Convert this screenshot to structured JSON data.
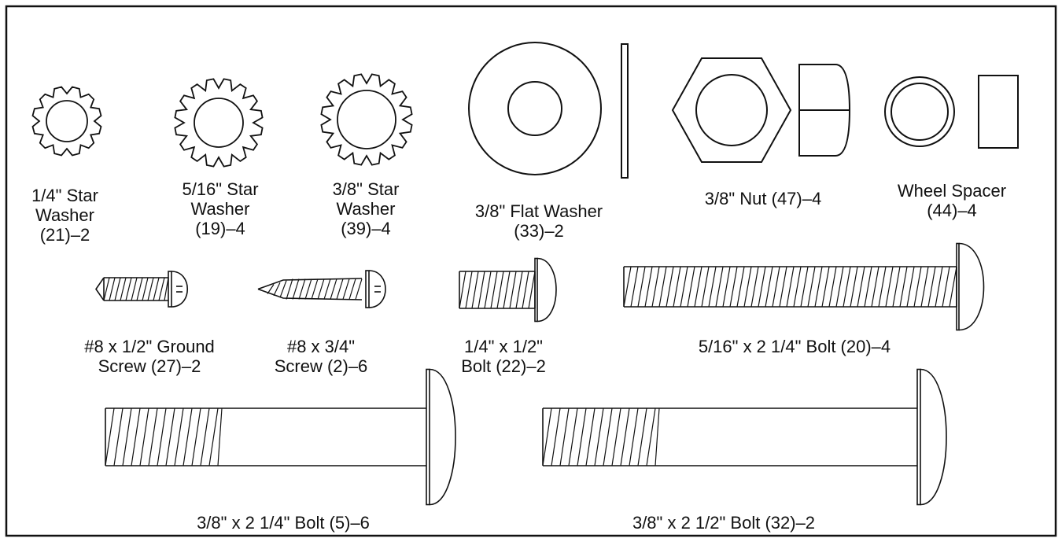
{
  "parts": [
    {
      "name": "quarter-inch-star-washer",
      "label": [
        "1/4\" Star",
        "Washer",
        "(21)–2"
      ]
    },
    {
      "name": "five-sixteenths-star-washer",
      "label": [
        "5/16\" Star",
        "Washer",
        "(19)–4"
      ]
    },
    {
      "name": "three-eighths-star-washer",
      "label": [
        "3/8\" Star",
        "Washer",
        "(39)–4"
      ]
    },
    {
      "name": "flat-washer",
      "label": [
        "3/8\" Flat Washer",
        "(33)–2"
      ]
    },
    {
      "name": "nut",
      "label": [
        "3/8\" Nut (47)–4"
      ]
    },
    {
      "name": "wheel-spacer",
      "label": [
        "Wheel Spacer",
        "(44)–4"
      ]
    },
    {
      "name": "ground-screw",
      "label": [
        "#8 x 1/2\" Ground",
        "Screw (27)–2"
      ]
    },
    {
      "name": "screw",
      "label": [
        "#8 x 3/4\"",
        "Screw (2)–6"
      ]
    },
    {
      "name": "quarter-inch-bolt",
      "label": [
        "1/4\" x 1/2\"",
        "Bolt (22)–2"
      ]
    },
    {
      "name": "five-sixteenths-bolt",
      "label": [
        "5/16\" x 2 1/4\" Bolt (20)–4"
      ]
    },
    {
      "name": "three-eighths-2-1-4-bolt",
      "label": [
        "3/8\" x 2 1/4\" Bolt (5)–6"
      ]
    },
    {
      "name": "three-eighths-2-1-2-bolt",
      "label": [
        "3/8\" x 2 1/2\" Bolt (32)–2"
      ]
    }
  ]
}
